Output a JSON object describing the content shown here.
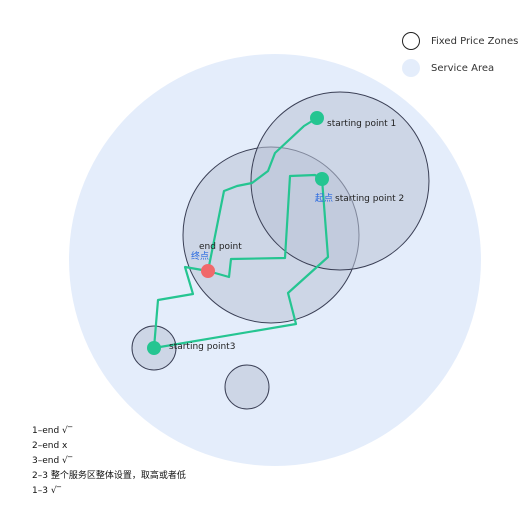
{
  "legend": {
    "zones_label": "Fixed Price Zones",
    "area_label": "Service Area"
  },
  "colors": {
    "service_area": "#e4edfb",
    "zone_fill": "#b9c2d6",
    "route": "#25c591",
    "start_marker": "#25c591",
    "end_marker": "#f0686a",
    "cn_text": "#2b6be0"
  },
  "labels": {
    "start1": "starting point 1",
    "start2": "starting point 2",
    "start2_cn": "起点",
    "start3": "starting point3",
    "end": "end point",
    "end_cn": "终点"
  },
  "notes": [
    "1–end √‾",
    "2–end x",
    "3–end √‾",
    "2–3 整个服务区整体设置，取高或者低",
    "1–3 √‾"
  ]
}
